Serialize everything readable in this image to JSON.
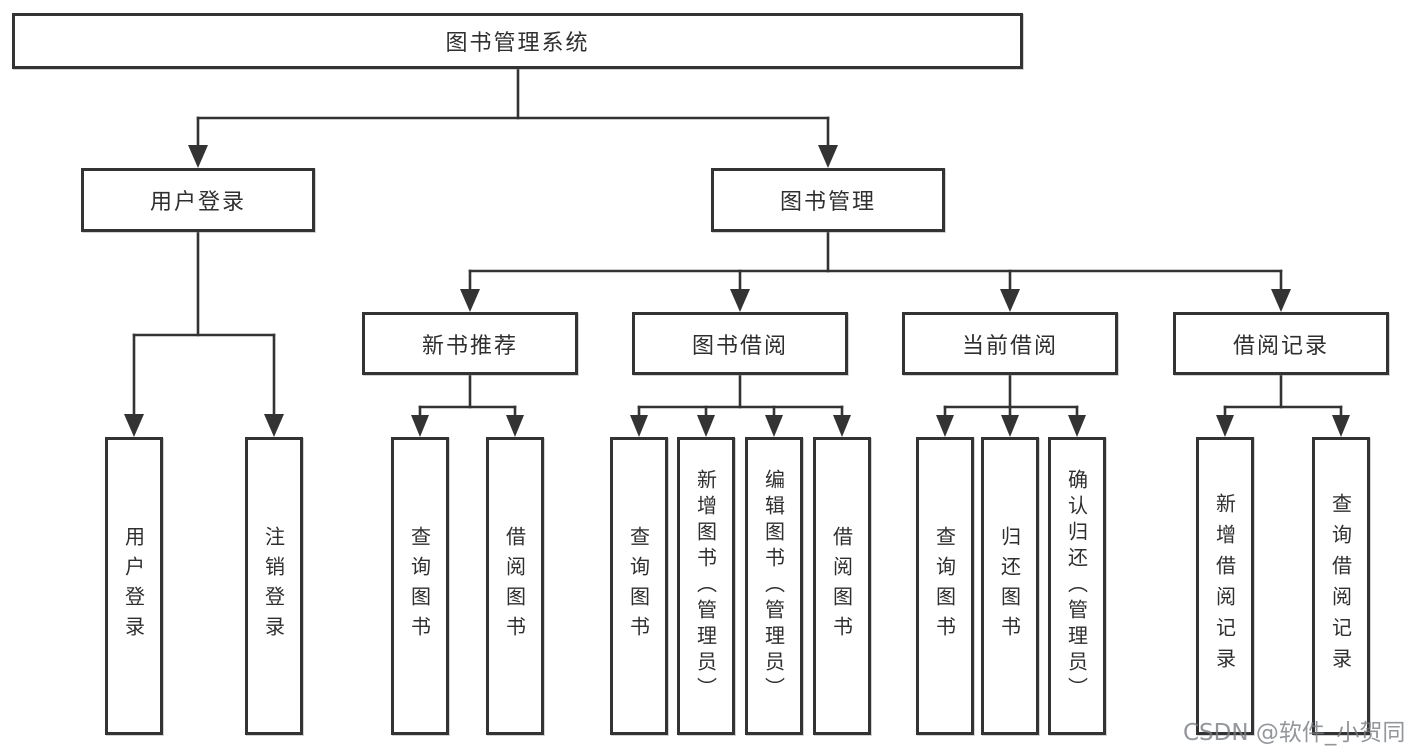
{
  "diagram_type": "hierarchy-tree",
  "tree": {
    "root": {
      "label": "图书管理系统"
    },
    "children": [
      {
        "label": "用户登录",
        "children": [
          {
            "label": "用户登录"
          },
          {
            "label": "注销登录"
          }
        ]
      },
      {
        "label": "图书管理",
        "children": [
          {
            "label": "新书推荐",
            "children": [
              {
                "label": "查询图书"
              },
              {
                "label": "借阅图书"
              }
            ]
          },
          {
            "label": "图书借阅",
            "children": [
              {
                "label": "查询图书"
              },
              {
                "label": "新增图书（管理员）"
              },
              {
                "label": "编辑图书（管理员）"
              },
              {
                "label": "借阅图书"
              }
            ]
          },
          {
            "label": "当前借阅",
            "children": [
              {
                "label": "查询图书"
              },
              {
                "label": "归还图书"
              },
              {
                "label": "确认归还（管理员）"
              }
            ]
          },
          {
            "label": "借阅记录",
            "children": [
              {
                "label": "新增借阅记录"
              },
              {
                "label": "查询借阅记录"
              }
            ]
          }
        ]
      }
    ]
  },
  "watermark": {
    "text": "CSDN @软件_小贺同学"
  },
  "colors": {
    "line": "#333333",
    "box_border": "#333333",
    "text": "#2f2f2f",
    "watermark_gray": "#787d83",
    "background": "#ffffff"
  }
}
